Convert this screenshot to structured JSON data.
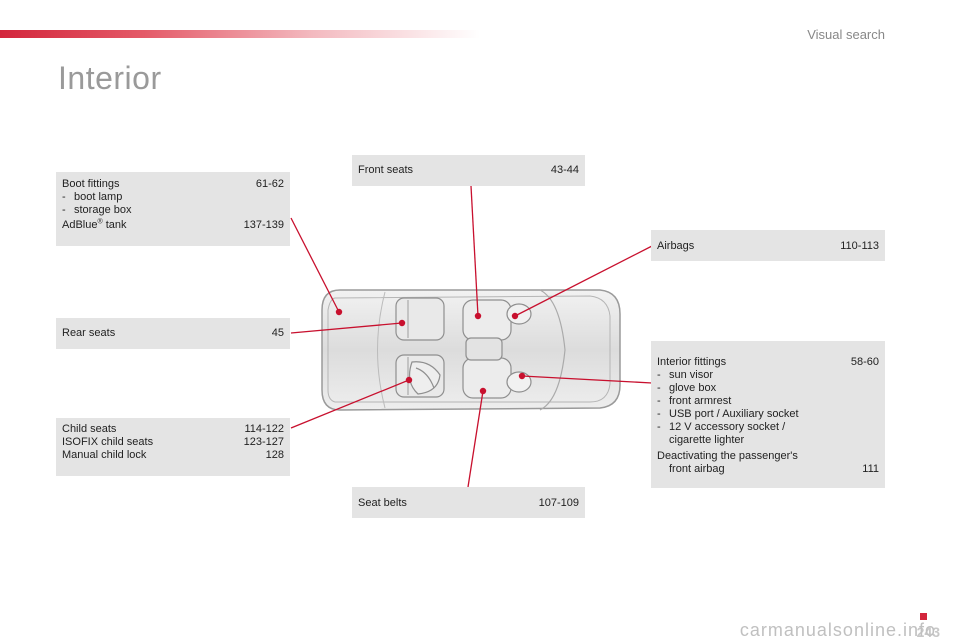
{
  "header": {
    "section": "Visual search"
  },
  "title": "Interior",
  "boxes": {
    "boot": {
      "label": "Boot fittings",
      "pages": "61-62",
      "items": [
        "boot lamp",
        "storage box"
      ],
      "adblue_label": "AdBlue",
      "adblue_reg": "®",
      "adblue_suffix": " tank",
      "adblue_pages": "137-139"
    },
    "rear_seats": {
      "label": "Rear seats",
      "pages": "45"
    },
    "child": {
      "rows": [
        {
          "label": "Child seats",
          "pages": "114-122"
        },
        {
          "label": "ISOFIX child seats",
          "pages": "123-127"
        },
        {
          "label": "Manual child lock",
          "pages": "128"
        }
      ]
    },
    "front_seats": {
      "label": "Front seats",
      "pages": "43-44"
    },
    "seat_belts": {
      "label": "Seat belts",
      "pages": "107-109"
    },
    "airbags": {
      "label": "Airbags",
      "pages": "110-113"
    },
    "interior": {
      "label": "Interior fittings",
      "pages": "58-60",
      "items": [
        "sun visor",
        "glove box",
        "front armrest",
        "USB port / Auxiliary socket",
        "12 V accessory socket /"
      ],
      "item_cont": "cigarette lighter",
      "deact_line1": "Deactivating the passenger's",
      "deact_line2": "front airbag",
      "deact_pages": "111"
    }
  },
  "footer": {
    "page_number": "243",
    "watermark": "carmanualsonline.info"
  },
  "colors": {
    "accent": "#d3263c",
    "box": "#e4e4e4",
    "title": "#9a9a9a"
  }
}
